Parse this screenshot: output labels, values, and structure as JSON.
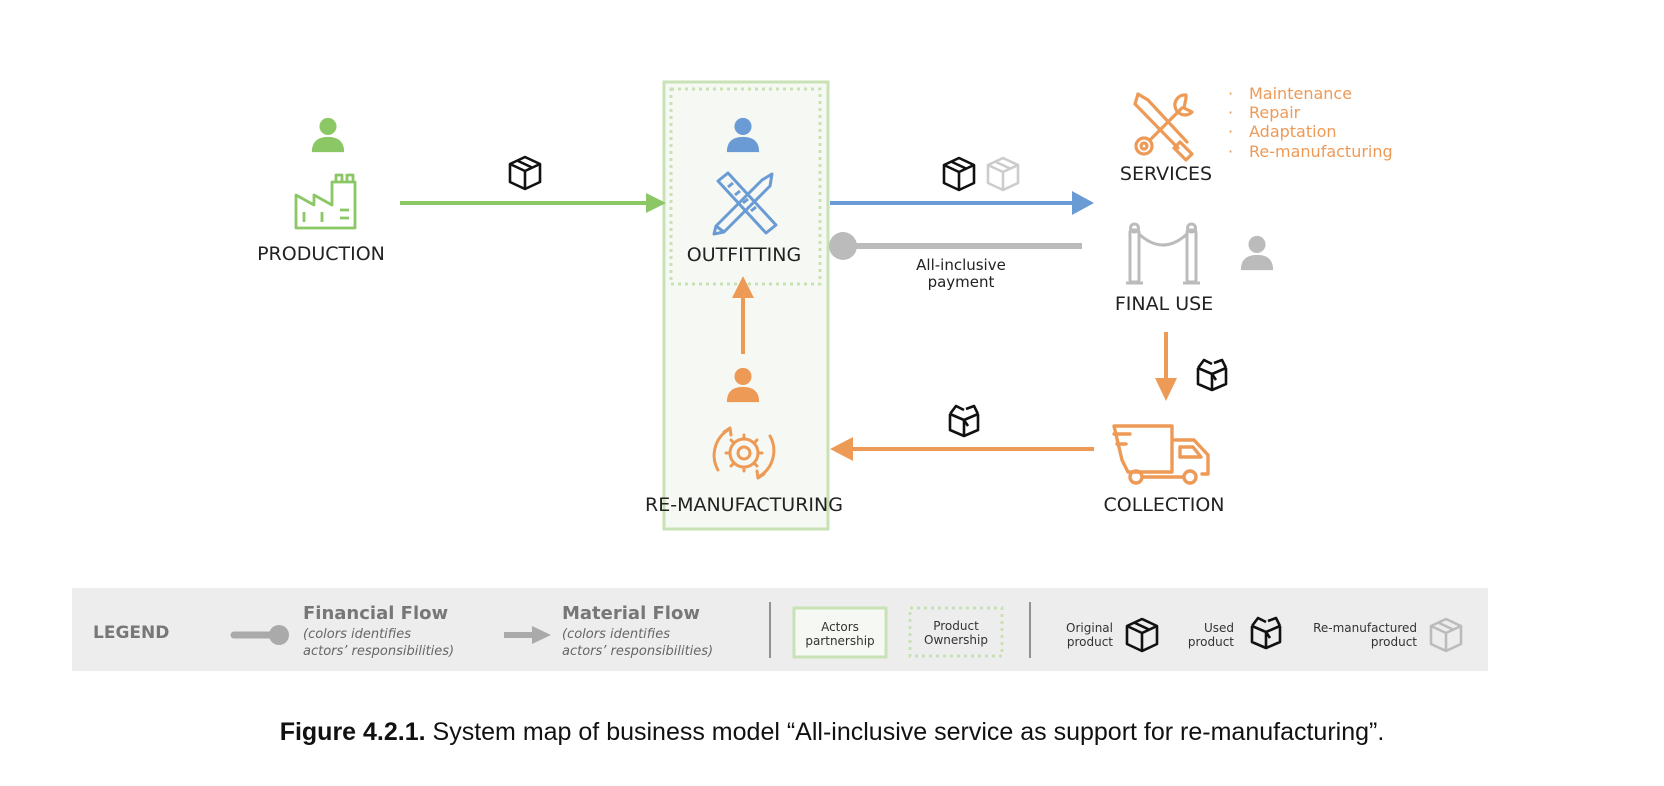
{
  "nodes": {
    "production": "PRODUCTION",
    "outfitting": "OUTFITTING",
    "services": "SERVICES",
    "final_use": "FINAL USE",
    "collection": "COLLECTION",
    "remanufacturing": "RE-MANUFACTURING"
  },
  "services_list": [
    "Maintenance",
    "Repair",
    "Adaptation",
    "Re-manufacturing"
  ],
  "payment_label": [
    "All-inclusive",
    "payment"
  ],
  "legend": {
    "title": "LEGEND",
    "financial_title": "Financial Flow",
    "financial_sub": [
      "(colors identifies",
      "actors’ responsibilities)"
    ],
    "material_title": "Material Flow",
    "material_sub": [
      "(colors identifies",
      "actors’ responsibilities)"
    ],
    "partnership": [
      "Actors",
      "partnership"
    ],
    "ownership": [
      "Product",
      "Ownership"
    ],
    "original": [
      "Original",
      "product"
    ],
    "used": [
      "Used",
      "product"
    ],
    "remanufactured": [
      "Re-manufactured",
      "product"
    ]
  },
  "caption": {
    "label": "Figure 4.2.1.",
    "text": " System map of business model “All-inclusive service as support for re-manufacturing”."
  },
  "colors": {
    "green": "#8cc765",
    "blue": "#6a9bd4",
    "orange": "#ee9a57",
    "gray": "#bbbbbb",
    "partnership_fill": "#f6f9f3"
  }
}
